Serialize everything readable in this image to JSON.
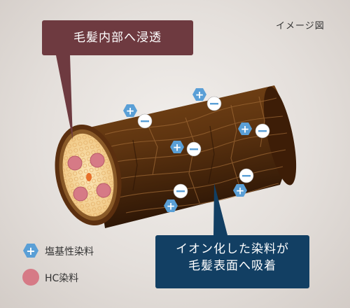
{
  "image_label": "イメージ図",
  "callout_top": "毛髪内部へ浸透",
  "callout_bottom": {
    "line1": "イオン化した染料が",
    "line2": "毛髪表面へ吸着"
  },
  "legend": [
    {
      "label": "塩基性染料",
      "icon": "plus-hexagon-icon"
    },
    {
      "label": "HC染料",
      "icon": "pink-circle-icon"
    }
  ],
  "colors": {
    "top_callout": "#6e3a40",
    "bottom_callout": "#123f63",
    "basic_dye": "#5a9fd6",
    "hc_dye": "#d67a86",
    "hair_shaft": "#5a2e0e"
  }
}
